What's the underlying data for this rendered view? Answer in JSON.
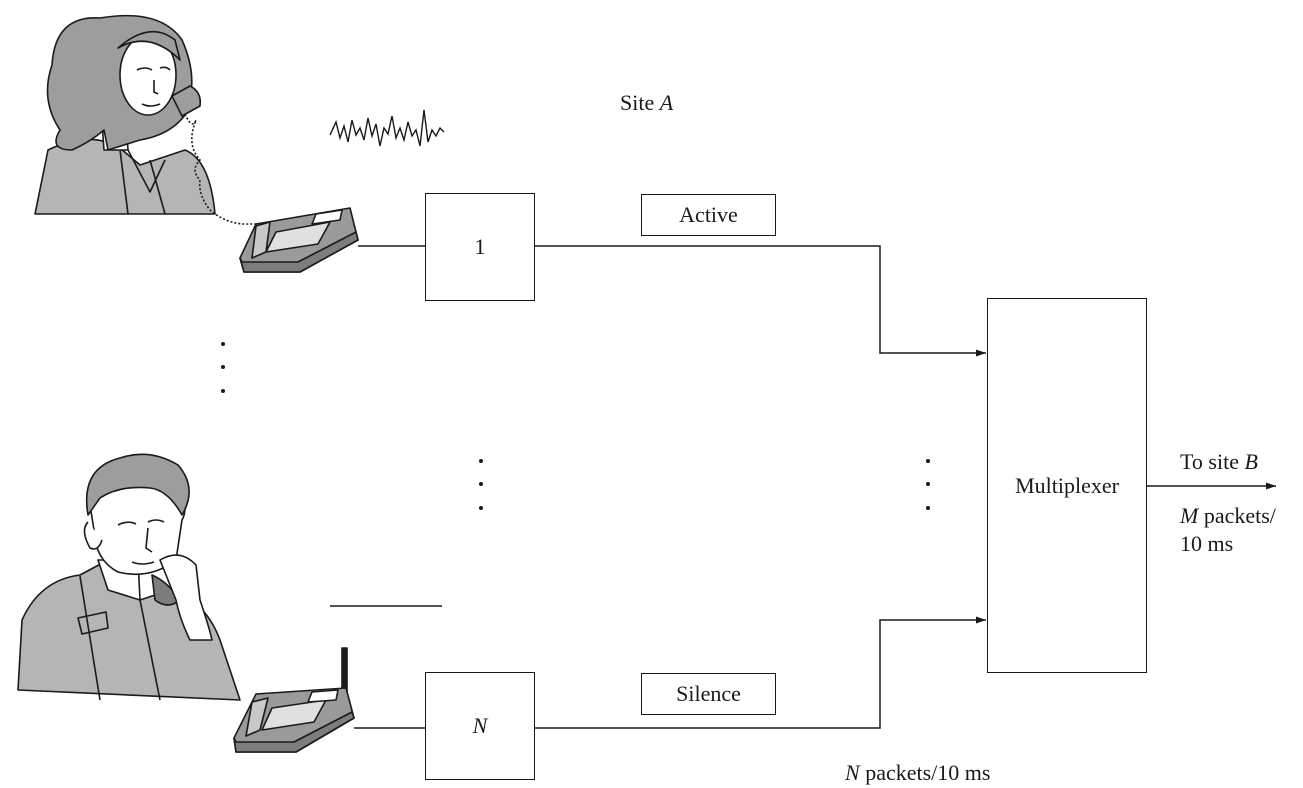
{
  "site_a": {
    "prefix": "Site ",
    "var": "A"
  },
  "channel_1": {
    "label": "1",
    "status": "Active"
  },
  "channel_n": {
    "label": "N",
    "status": "Silence"
  },
  "multiplexer": {
    "label": "Multiplexer"
  },
  "output": {
    "line1_prefix": "To site ",
    "line1_var": "B",
    "line2_var": "M",
    "line2_rest": " packets/",
    "line3": "10 ms"
  },
  "input_rate": {
    "var": "N",
    "rest": " packets/10 ms"
  },
  "icons": [
    "woman-on-phone-icon",
    "desk-telephone-icon",
    "voice-waveform-icon",
    "man-on-phone-icon",
    "cordless-telephone-icon",
    "silence-line-icon"
  ],
  "colors": {
    "ink": "#1a1a1a",
    "figure_fill": "#b5b5b5",
    "phone_fill": "#9a9a9a"
  }
}
